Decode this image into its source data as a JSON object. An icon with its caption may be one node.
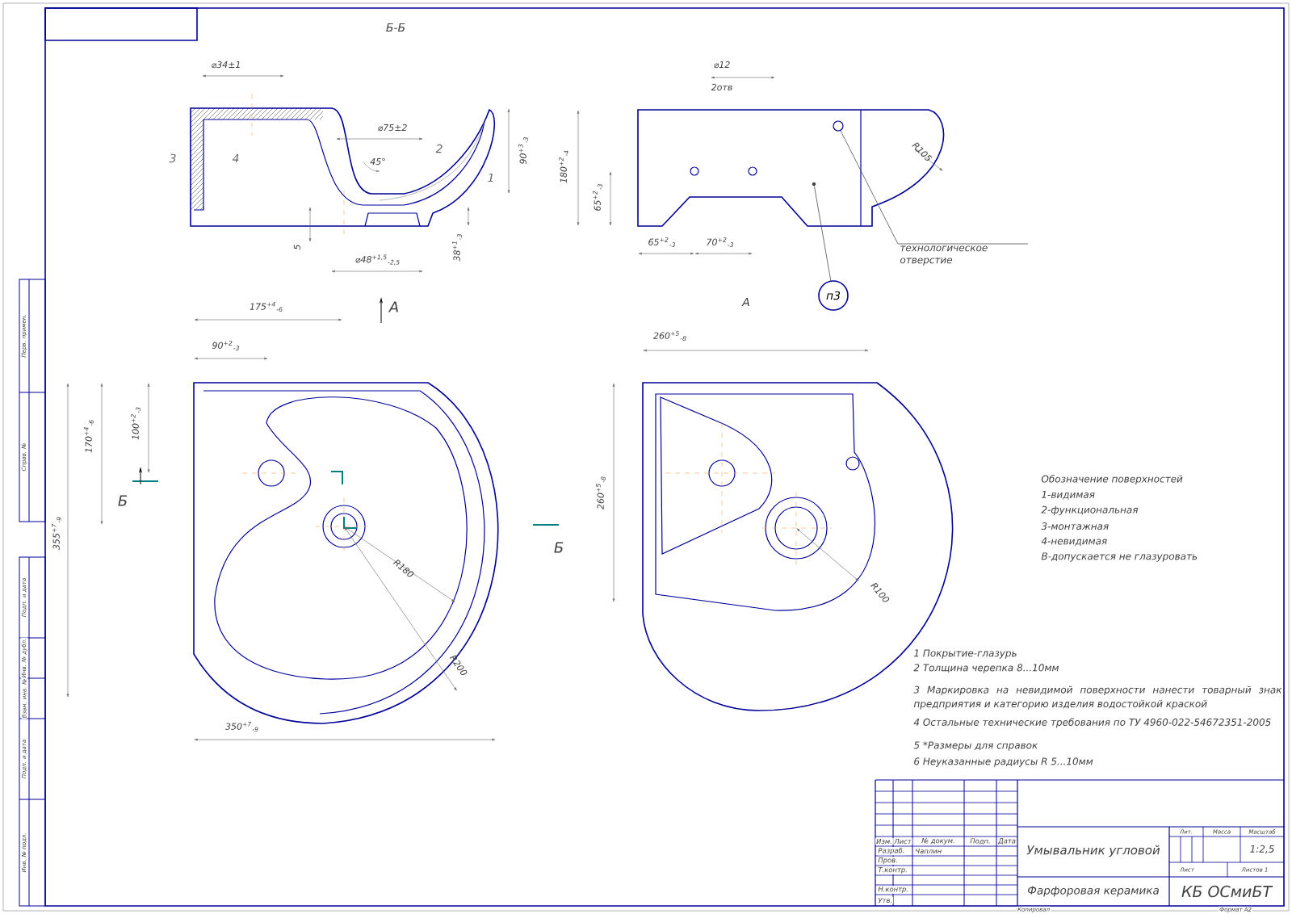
{
  "diagram": {
    "nodes": [
      {
        "text": [
          "п3"
        ]
      },
      {
        "text": [
          "технологическое отверстие"
        ]
      },
      {
        "text": [],
        "shape": "circle"
      },
      {
        "text": [],
        "shape": "dot"
      }
    ],
    "edges": [
      {
        "from": 1,
        "to": 2,
        "arrow": "none"
      },
      {
        "from": 0,
        "to": 3,
        "arrow": "none"
      }
    ],
    "labels": [
      "Б-Б",
      "⌀34±1",
      "⌀75±2",
      "45°",
      "3",
      "4",
      "2",
      "1",
      "90$^{+3}$$_{-3}$",
      "5",
      "⌀48$^{+1,5}$$_{-2,5}$",
      "38$^{+1}$$_{-3}$",
      "А",
      "⌀12",
      "2отв",
      "180$^{+2}$$_{-4}$",
      "65$^{+2}$$_{-3}$",
      "65$^{+2}$$_{-3}$",
      "70$^{+2}$$_{-3}$",
      "R105",
      "А",
      "175$^{+4}$$_{-6}$",
      "90$^{+2}$$_{-3}$",
      "170$^{+4}$$_{-6}$",
      "100$^{+2}$$_{-3}$",
      "355$^{+7}$$_{-9}$",
      "Б",
      "Б",
      "R180",
      "R200",
      "350$^{+7}$$_{-9}$",
      "260$^{+5}$$_{-8}$",
      "260$^{+5}$$_{-8}$",
      "R100",
      "Обозначение поверхностей",
      "1-видимая",
      "2-функциональная",
      "3-монтажная",
      "4-невидимая",
      "В-допускается не глазуровать",
      "1 Покрытие-глазурь",
      "2 Толщина черепка 8...10мм",
      "3 Маркировка на невидимой поверхности нанести товарный знак предприятия и категорию изделия водостойкой краской",
      "4 Остальные технические требования по ТУ 4960-022-54672351-2005",
      "5 *Размеры для справок",
      "6 Неуказанные радиусы R 5...10мм",
      "Изм.",
      "Лист",
      "№ докум.",
      "Подп.",
      "Дата",
      "Разраб.",
      "Чаплин",
      "Пров.",
      "Т.контр.",
      "Н.контр.",
      "Утв.",
      "Умывальник угловой",
      "Лит.",
      "Масса",
      "Масштаб",
      "1:2,5",
      "Лист",
      "Листов 1",
      "Фарфоровая керамика",
      "КБ ОСмиБТ",
      "Копировал",
      "Формат А2",
      "Перв. примен.",
      "Справ. №",
      "Подп. и дата",
      "Инв. № дубл.",
      "Взам. инв. №",
      "Подп. и дата",
      "Инв. № подл."
    ]
  }
}
